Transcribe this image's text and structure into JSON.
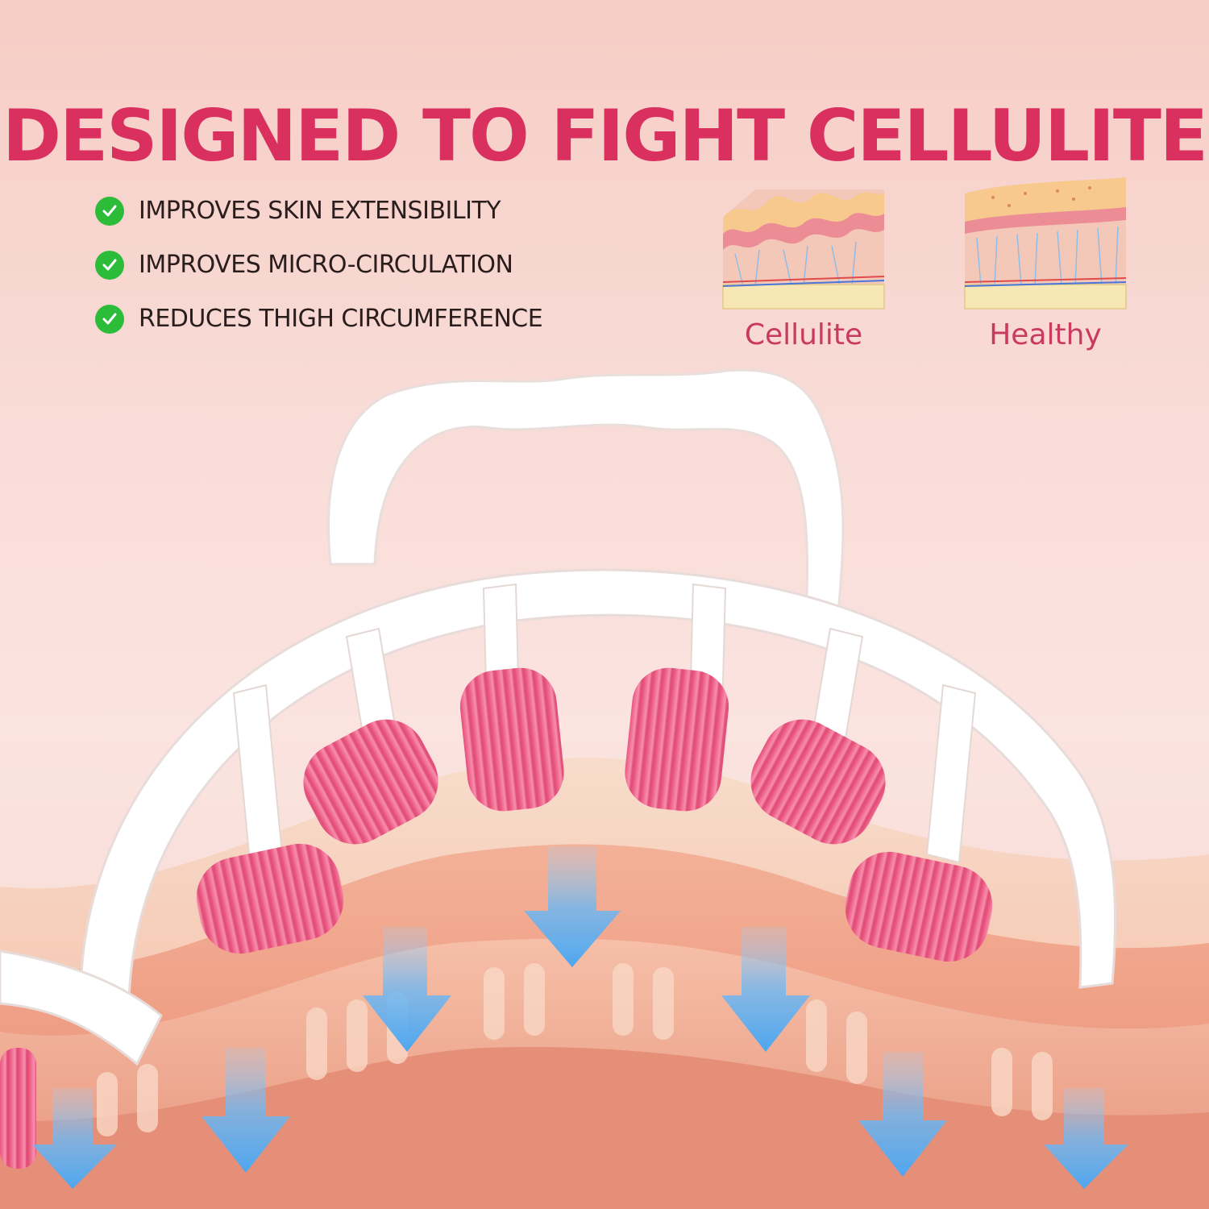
{
  "headline": "DESIGNED TO FIGHT CELLULITE",
  "benefits": [
    {
      "text": "IMPROVES SKIN EXTENSIBILITY",
      "icon": "check-icon"
    },
    {
      "text": "IMPROVES MICRO-CIRCULATION",
      "icon": "check-icon"
    },
    {
      "text": "REDUCES THIGH CIRCUMFERENCE",
      "icon": "check-icon"
    }
  ],
  "skin_types": [
    {
      "label": "Cellulite",
      "icon": "cellulite-skin-icon"
    },
    {
      "label": "Healthy",
      "icon": "healthy-skin-icon"
    }
  ],
  "colors": {
    "headline": "#d9305f",
    "check": "#2dbb3a",
    "label": "#c93a5f",
    "roller": "#f06a90",
    "arrow": "#5aaef0"
  }
}
